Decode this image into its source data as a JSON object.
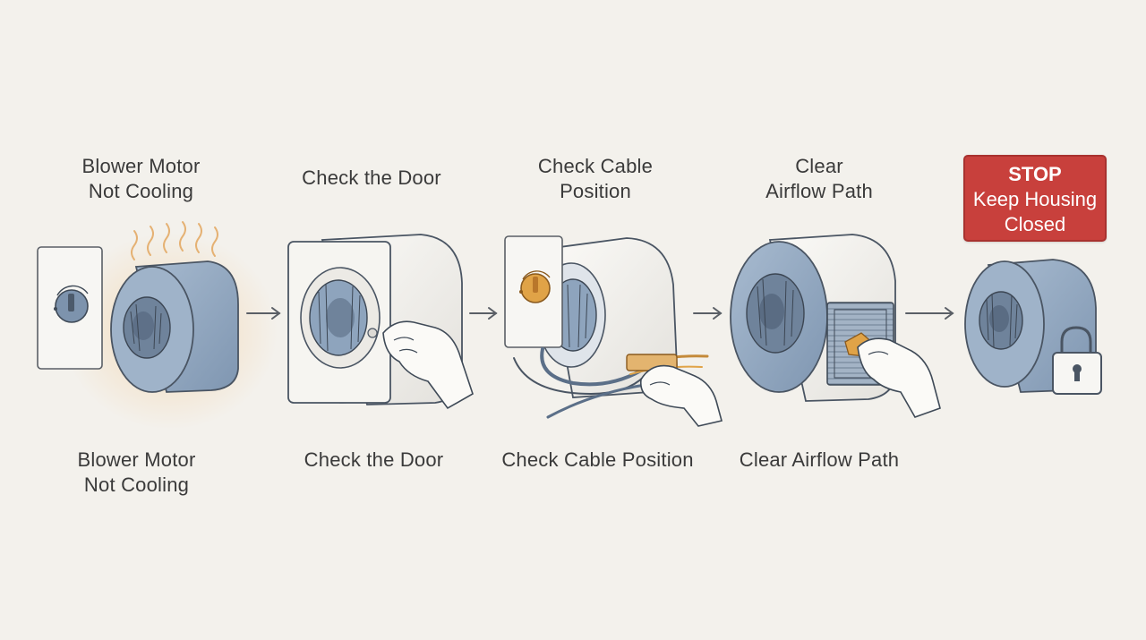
{
  "steps": [
    {
      "top_label": "Blower Motor\nNot Cooling",
      "bottom_label": "Blower Motor\nNot Cooling"
    },
    {
      "top_label": "Check the Door",
      "bottom_label": "Check the Door"
    },
    {
      "top_label": "Check Cable\nPosition",
      "bottom_label": "Check Cable Position"
    },
    {
      "top_label": "Clear\nAirflow Path",
      "bottom_label": "Clear Airflow Path"
    }
  ],
  "stop": {
    "title": "STOP",
    "message": "Keep Housing\nClosed"
  },
  "colors": {
    "background": "#f3f1ec",
    "blower_blue": "#8ea4bd",
    "housing_white": "#f4f2ee",
    "accent_orange": "#e0a347",
    "stop_red": "#c8403c",
    "line": "#5a5f66"
  },
  "icons": [
    "thermostat-dial-icon",
    "heat-waves-icon",
    "arrow-right-icon",
    "hand-icon",
    "cable-icon",
    "air-filter-icon",
    "padlock-icon"
  ]
}
